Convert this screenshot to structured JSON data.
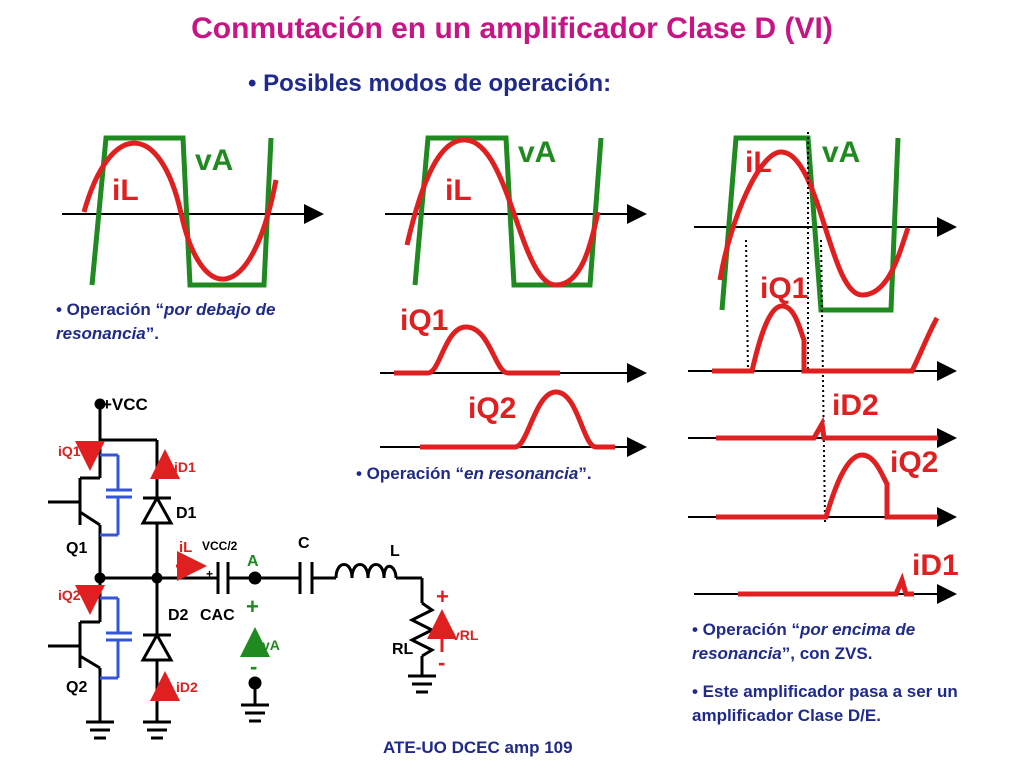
{
  "title": "Conmutación en un amplificador Clase D (VI)",
  "subtitle": "• Posibles modos de operación:",
  "panels": {
    "below": {
      "labels": {
        "vA": "vA",
        "iL": "iL"
      },
      "note_prefix": "• Operación “",
      "note_italic": "por debajo de resonancia",
      "note_suffix": "”."
    },
    "resonance": {
      "labels": {
        "vA": "vA",
        "iL": "iL",
        "iQ1": "iQ1",
        "iQ2": "iQ2"
      },
      "note_prefix": "• Operación “",
      "note_italic": "en resonancia",
      "note_suffix": "”."
    },
    "above": {
      "labels": {
        "vA": "vA",
        "iL": "iL",
        "iQ1": "iQ1",
        "iD2": "iD2",
        "iQ2": "iQ2",
        "iD1": "iD1"
      },
      "note_prefix": "• Operación “",
      "note_italic": "por encima de resonancia",
      "note_suffix": "”, con ZVS.",
      "note2": "• Este amplificador pasa a ser un amplificador Clase D/E."
    }
  },
  "circuit": {
    "vcc": "+VCC",
    "iQ1": "iQ1",
    "iD1": "iD1",
    "iQ2": "iQ2",
    "iD2": "iD2",
    "Q1": "Q1",
    "Q2": "Q2",
    "D1": "D1",
    "D2": "D2",
    "iL": "iL",
    "vcc2": "VCC/2",
    "A": "A",
    "C": "C",
    "L": "L",
    "CAC": "CAC",
    "vA": "vA",
    "RL": "RL",
    "vRL": "vRL",
    "plus": "+",
    "minus": "-"
  },
  "footer": "ATE-UO DCEC amp 109",
  "colors": {
    "title": "#c71585",
    "text": "#1f2a8a",
    "wave_v": "#1f8a1f",
    "wave_i": "#e02020",
    "capacitor": "#3355dd"
  }
}
